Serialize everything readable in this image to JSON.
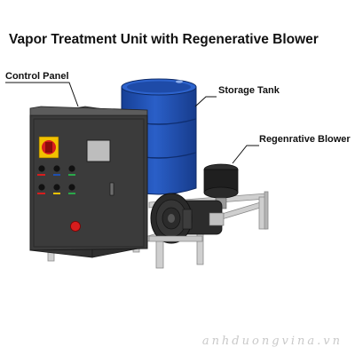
{
  "title": "Vapor Treatment Unit with Regenerative Blower",
  "callouts": {
    "control_panel": "Control Panel",
    "storage_tank": "Storage Tank",
    "blower": "Regenrative Blower"
  },
  "watermark": "anhduongvina.vn",
  "colors": {
    "tank_blue": "#1f4fb0",
    "panel_dark": "#3a3a3a",
    "frame_gray": "#c8c8c8",
    "blower_dark": "#2b2b2b",
    "red_switch": "#d71d1d",
    "yellow_switch": "#f2c200",
    "green_light": "#2aa84a"
  }
}
